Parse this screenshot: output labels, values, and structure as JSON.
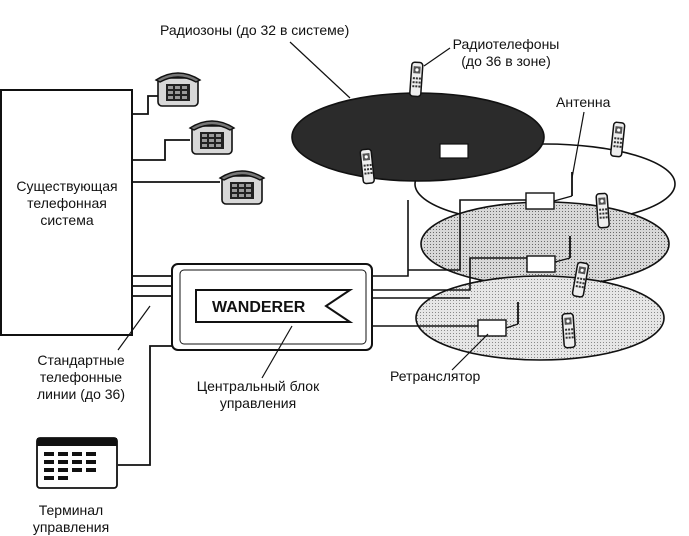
{
  "labels": {
    "radio_zones": "Радиозоны (до 32 в системе)",
    "radiophones": [
      "Радиотелефоны",
      "(до 36 в зоне)"
    ],
    "antenna": "Антенна",
    "existing_system": [
      "Существующая",
      "телефонная",
      "система"
    ],
    "standard_lines": [
      "Стандартные",
      "телефонные",
      "линии (до 36)"
    ],
    "central_unit": [
      "Центральный блок",
      "управления"
    ],
    "repeater": "Ретранслятор",
    "terminal": [
      "Терминал",
      "управления"
    ],
    "brand": "WANDERER"
  },
  "icons": {
    "desk_phone": "desk-phone-icon",
    "cordless_phone": "cordless-phone-icon",
    "terminal": "terminal-icon",
    "repeater": "repeater-box-icon"
  },
  "colors": {
    "line": "#111111",
    "zone_dark": "#2a2a2a",
    "zone_mid": "#b8b8b8",
    "zone_light": "#d4d4d4"
  }
}
